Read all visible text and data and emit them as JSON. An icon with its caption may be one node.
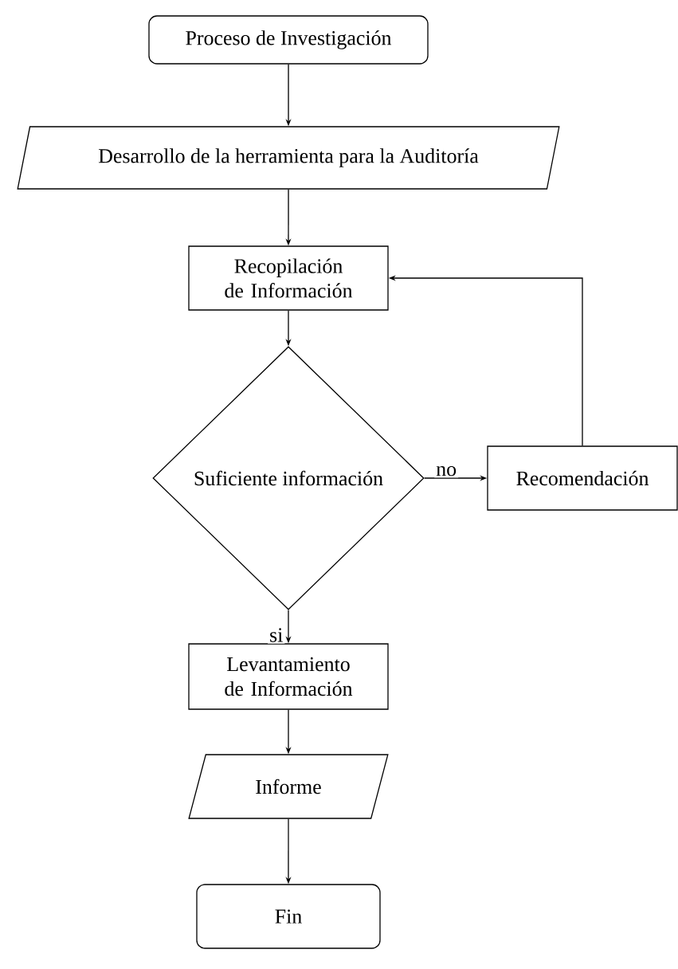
{
  "diagram": {
    "nodes": [
      {
        "text": [
          "Proceso de Investigación"
        ]
      },
      {
        "text": [
          "Desarrollo de la herramienta para la Auditoría"
        ]
      },
      {
        "text": [
          "Recopilación de Información"
        ]
      },
      {
        "text": [
          "Suficiente información"
        ]
      },
      {
        "text": [
          "Recomendación"
        ]
      },
      {
        "text": [
          "Levantamiento de Información"
        ]
      },
      {
        "text": [
          "Informe"
        ]
      },
      {
        "text": [
          "Fin"
        ]
      }
    ],
    "edges": [
      {
        "from": 0,
        "to": 1,
        "arrow": "to"
      },
      {
        "from": 1,
        "to": 2,
        "arrow": "to"
      },
      {
        "from": 2,
        "to": 3,
        "arrow": "to"
      },
      {
        "from": 3,
        "to": 4,
        "arrow": "to",
        "label": "no"
      },
      {
        "from": 4,
        "to": 2,
        "arrow": "to"
      },
      {
        "from": 3,
        "to": 5,
        "arrow": "to",
        "label": "si"
      },
      {
        "from": 5,
        "to": 6,
        "arrow": "to"
      },
      {
        "from": 6,
        "to": 7,
        "arrow": "to"
      }
    ]
  }
}
